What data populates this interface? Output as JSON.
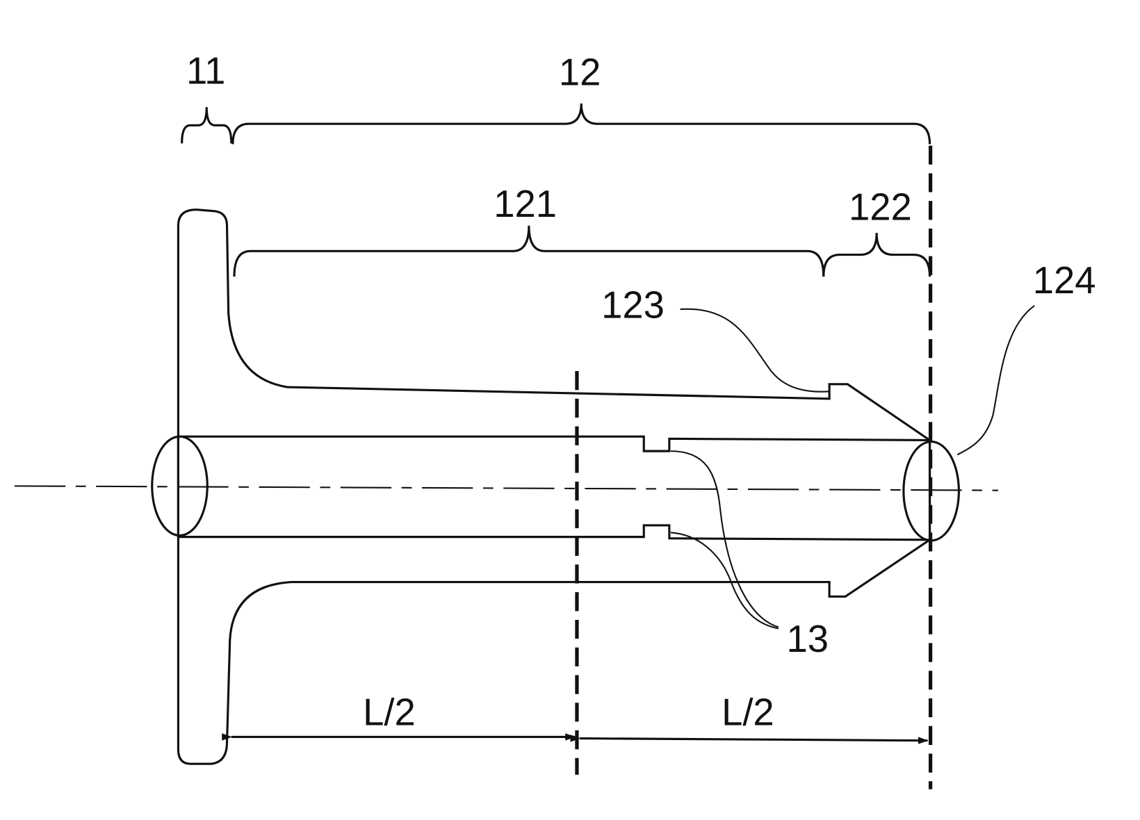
{
  "figure": {
    "labels": {
      "flange": "11",
      "body": "12",
      "body_first_part": "121",
      "body_second_part": "122",
      "step": "123",
      "end_opening": "124",
      "inner_protrusion": "13"
    },
    "dimensions": {
      "left_half": "L/2",
      "right_half": "L/2"
    }
  }
}
